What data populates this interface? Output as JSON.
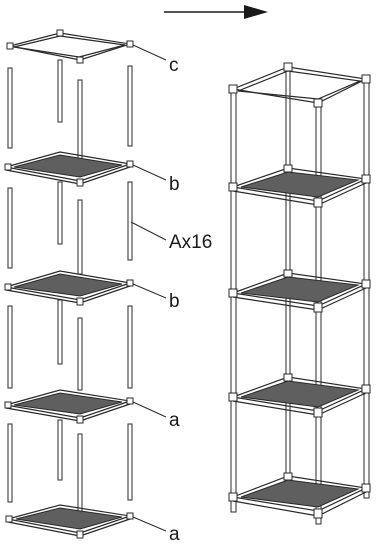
{
  "diagram": {
    "arrow_icon": "right-arrow-icon",
    "callouts": {
      "top_frame": "c",
      "shelf_upper": "b",
      "rods": "Ax16",
      "shelf_middle": "b",
      "shelf_lower": "a",
      "base": "a"
    },
    "colors": {
      "line": "#2a2a2a",
      "mesh": "#5f5f5f",
      "background": "#ffffff"
    }
  }
}
